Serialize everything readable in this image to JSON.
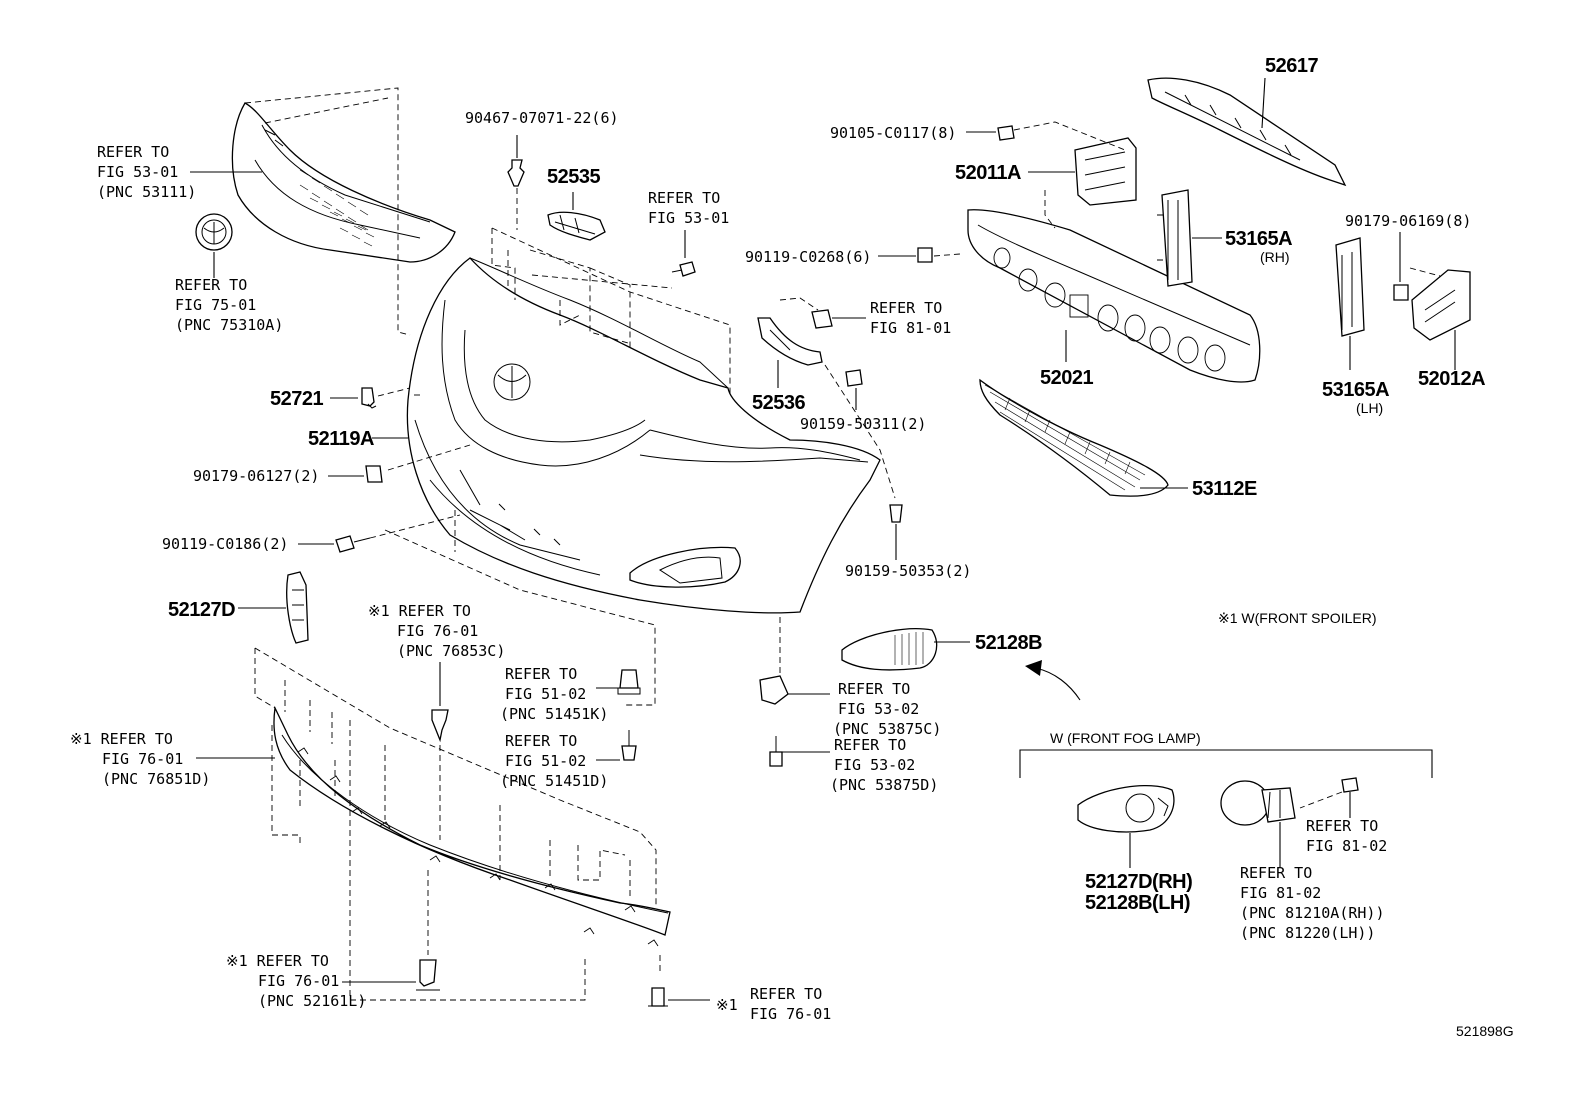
{
  "labels": {
    "refer_53_01_pnc53111": [
      "REFER TO",
      "FIG 53-01",
      "(PNC 53111)"
    ],
    "refer_75_01": [
      "REFER TO",
      "FIG 75-01",
      "(PNC 75310A)"
    ],
    "p_90467": "90467-07071-22(6)",
    "p_52535": "52535",
    "refer_53_01": [
      "REFER TO",
      "FIG 53-01"
    ],
    "p_90105": "90105-C0117(8)",
    "p_52011A": "52011A",
    "p_52617": "52617",
    "p_53165A_rh": "53165A",
    "rh": "(RH)",
    "p_90179_8": "90179-06169(8)",
    "p_90119_c0268": "90119-C0268(6)",
    "refer_81_01": [
      "REFER TO",
      "FIG 81-01"
    ],
    "p_52721": "52721",
    "p_52536": "52536",
    "p_52021": "52021",
    "p_53165A_lh": "53165A",
    "lh": "(LH)",
    "p_52012A": "52012A",
    "p_52119A": "52119A",
    "p_90159_50311": "90159-50311(2)",
    "p_90179_06127": "90179-06127(2)",
    "p_53112E": "53112E",
    "p_90119_c0186": "90119-C0186(2)",
    "p_90159_50353": "90159-50353(2)",
    "p_52127D": "52127D",
    "refer_76853C": [
      "※1 REFER TO",
      "FIG 76-01",
      "(PNC 76853C)"
    ],
    "note_front_spoiler": "※1 W(FRONT SPOILER)",
    "p_52128B": "52128B",
    "refer_51451K": [
      "REFER TO",
      "FIG 51-02",
      "(PNC 51451K)"
    ],
    "refer_53875C": [
      "REFER TO",
      "FIG 53-02",
      "(PNC 53875C)"
    ],
    "refer_76851D": [
      "※1 REFER TO",
      "FIG 76-01",
      "(PNC 76851D)"
    ],
    "refer_51451D": [
      "REFER TO",
      "FIG 51-02",
      "(PNC 51451D)"
    ],
    "refer_53875D": [
      "REFER TO",
      "FIG 53-02",
      "(PNC 53875D)"
    ],
    "fog_lamp_title": "W (FRONT FOG LAMP)",
    "refer_81_02_a": [
      "REFER TO",
      "FIG 81-02"
    ],
    "p_52127D_rh": "52127D(RH)",
    "p_52128B_lh": "52128B(LH)",
    "refer_81_02_b": [
      "REFER TO",
      "FIG 81-02",
      "(PNC 81210A(RH))",
      "(PNC 81220(LH))"
    ],
    "refer_52161L": [
      "※1 REFER TO",
      "FIG 76-01",
      "(PNC 52161L)"
    ],
    "refer_76_01": [
      "※1",
      "REFER TO",
      "FIG 76-01"
    ],
    "diagram_id": "521898G"
  }
}
